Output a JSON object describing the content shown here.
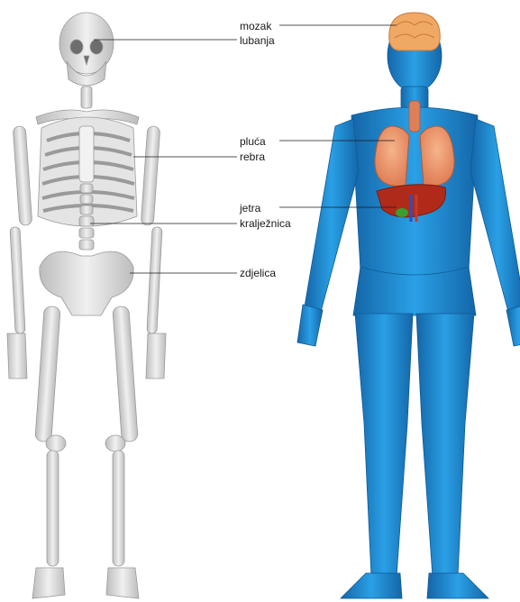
{
  "labels": {
    "mozak": "mozak",
    "lubanja": "lubanja",
    "pluca": "pluća",
    "rebra": "rebra",
    "jetra": "jetra",
    "kraljeznica": "kralježnica",
    "zdjelica": "zdjelica"
  },
  "colors": {
    "body_blue": "#1f8fd6",
    "body_dark": "#1466a8",
    "bone": "#d9d9d9",
    "bone_shadow": "#a8a8a8",
    "brain": "#f0a865",
    "lungs": "#ef9a73",
    "liver": "#b02a1a",
    "leader_line": "#1a1a1a"
  }
}
